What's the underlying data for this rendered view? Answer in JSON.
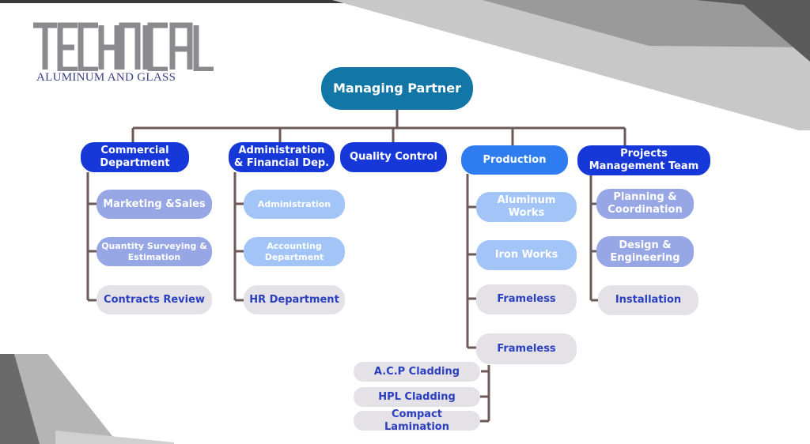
{
  "logo": {
    "word": "TECHNICAL",
    "subtitle": "ALUMINUM AND GLASS"
  },
  "chart": {
    "managing_partner": "Managing Partner",
    "commercial": {
      "title": "Commercial Department",
      "items": [
        "Marketing &Sales",
        "Quantity Surveying & Estimation",
        "Contracts Review"
      ]
    },
    "administration": {
      "title": "Administration & Financial Dep.",
      "items": [
        "Administration",
        "Accounting Department",
        "HR Department"
      ]
    },
    "quality": {
      "title": "Quality Control"
    },
    "production": {
      "title": "Production",
      "items": [
        "Aluminum Works",
        "Iron Works",
        "Frameless",
        "Frameless"
      ],
      "cladding": [
        "A.C.P Cladding",
        "HPL Cladding",
        "Compact Lamination"
      ]
    },
    "projects": {
      "title": "Projects Management Team",
      "items": [
        "Planning & Coordination",
        "Design & Engineering",
        "Installation"
      ]
    }
  },
  "colors": {
    "top": "#1276a6",
    "department": "#1638d8",
    "production": "#2e7cf0",
    "sub_mid": "#97a6e4",
    "sub_light": "#a3c4f7",
    "sub_grey": "#e4e2e6",
    "connector": "#6b5a57",
    "logo": "#8b8b8f",
    "logo_text": "#3a3f86"
  }
}
